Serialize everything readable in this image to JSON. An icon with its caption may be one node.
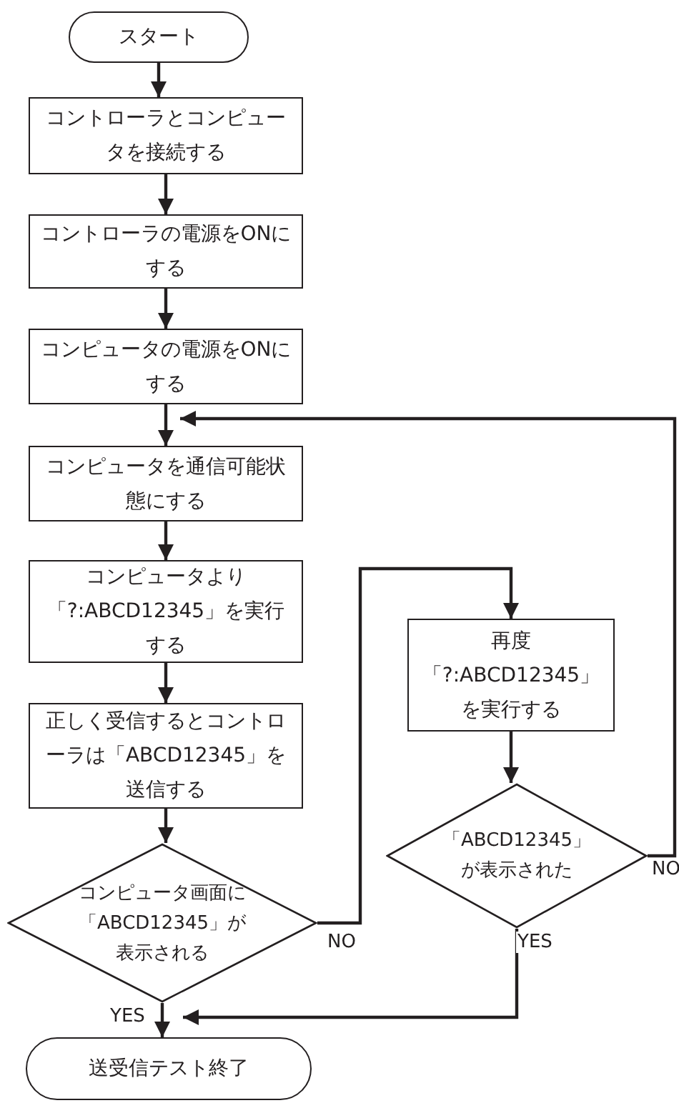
{
  "diagram": {
    "nodes": [
      {
        "text": [
          "スタート"
        ]
      },
      {
        "text": [
          "コントローラとコンピュータを接続する"
        ]
      },
      {
        "text": [
          "コントローラの電源をONにする"
        ]
      },
      {
        "text": [
          "コンピュータの電源をONにする"
        ]
      },
      {
        "text": [
          "コンピュータを通信可能状態にする"
        ]
      },
      {
        "text": [
          "コンピュータより「?:ABCD12345」を実行する"
        ]
      },
      {
        "text": [
          "正しく受信するとコントローラは「ABCD12345」を送信する"
        ]
      },
      {
        "text": [
          "コンピュータ画面に「ABCD12345」が表示される"
        ]
      },
      {
        "text": [
          "送受信テスト終了"
        ]
      },
      {
        "text": [
          "再度「?:ABCD12345」を実行する"
        ]
      },
      {
        "text": [
          "「ABCD12345」が表示された"
        ]
      }
    ],
    "edges": [
      {
        "from": 0,
        "to": 1,
        "arrow": "to"
      },
      {
        "from": 1,
        "to": 2,
        "arrow": "to"
      },
      {
        "from": 2,
        "to": 3,
        "arrow": "to"
      },
      {
        "from": 3,
        "to": 4,
        "arrow": "to"
      },
      {
        "from": 4,
        "to": 5,
        "arrow": "to"
      },
      {
        "from": 5,
        "to": 6,
        "arrow": "to"
      },
      {
        "from": 6,
        "to": 7,
        "arrow": "to"
      },
      {
        "from": 7,
        "to": 9,
        "arrow": "to",
        "label": "NO"
      },
      {
        "from": 9,
        "to": 10,
        "arrow": "to"
      },
      {
        "from": 7,
        "to": 8,
        "arrow": "to",
        "label": "YES"
      },
      {
        "from": 10,
        "to": 8,
        "arrow": "to",
        "label": "YES"
      },
      {
        "from": 10,
        "to": 4,
        "arrow": "to",
        "label": "NO"
      }
    ]
  }
}
